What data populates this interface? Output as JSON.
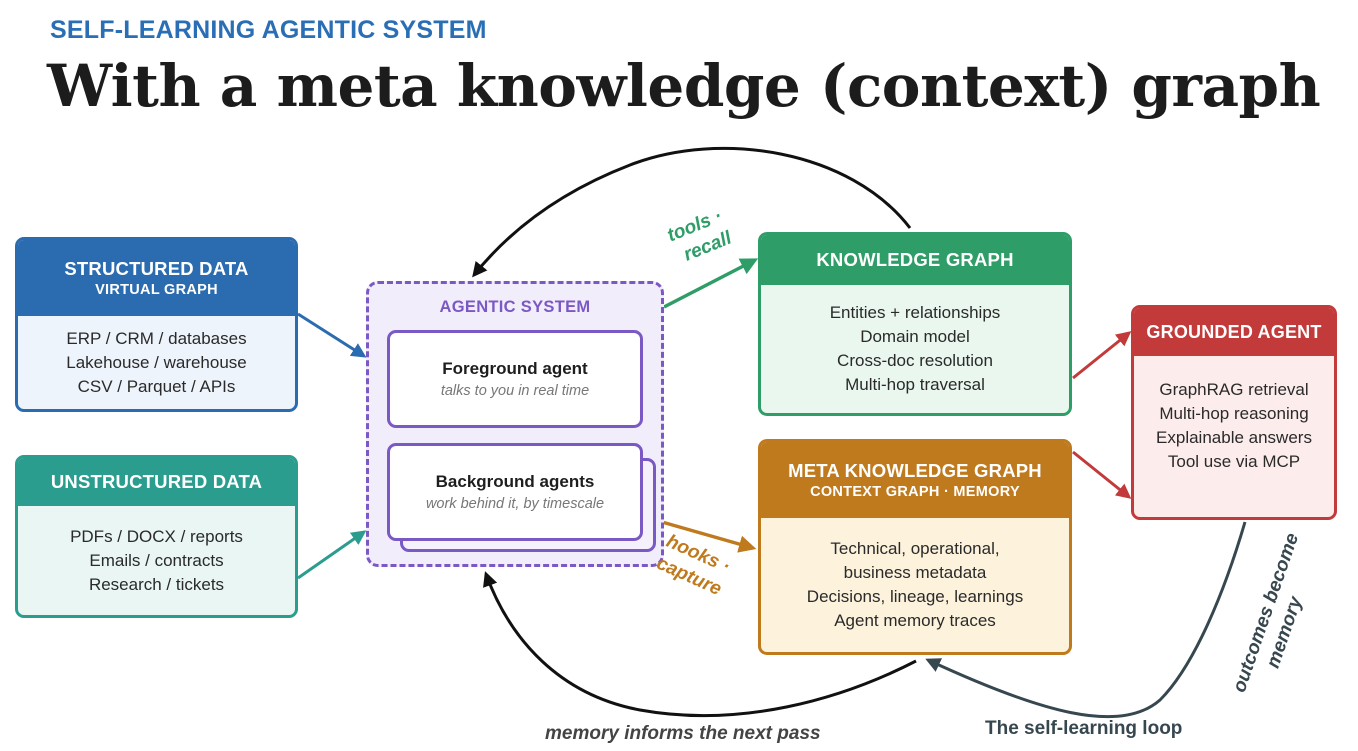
{
  "header": {
    "kicker": "SELF-LEARNING AGENTIC SYSTEM",
    "title": "With a meta knowledge (context) graph"
  },
  "structured": {
    "title": "STRUCTURED DATA",
    "subtitle": "VIRTUAL GRAPH",
    "items": [
      "ERP / CRM / databases",
      "Lakehouse / warehouse",
      "CSV / Parquet / APIs"
    ]
  },
  "unstructured": {
    "title": "UNSTRUCTURED DATA",
    "items": [
      "PDFs / DOCX / reports",
      "Emails / contracts",
      "Research / tickets"
    ]
  },
  "agentic": {
    "label": "AGENTIC SYSTEM",
    "foreground": {
      "name": "Foreground agent",
      "desc": "talks to you in real time"
    },
    "background": {
      "name": "Background agents",
      "desc": "work behind it, by timescale"
    }
  },
  "knowledge_graph": {
    "title": "KNOWLEDGE GRAPH",
    "items": [
      "Entities + relationships",
      "Domain model",
      "Cross-doc resolution",
      "Multi-hop traversal"
    ]
  },
  "meta_graph": {
    "title": "META KNOWLEDGE GRAPH",
    "subtitle": "CONTEXT GRAPH · MEMORY",
    "items": [
      "Technical, operational,",
      "business metadata",
      "Decisions, lineage, learnings",
      "Agent memory traces"
    ]
  },
  "grounded": {
    "title": "GROUNDED AGENT",
    "items": [
      "GraphRAG retrieval",
      "Multi-hop reasoning",
      "Explainable answers",
      "Tool use via MCP"
    ]
  },
  "labels": {
    "tools_1": "tools ·",
    "tools_2": "recall",
    "hooks_1": "hooks ·",
    "hooks_2": "capture",
    "memory_informs": "memory informs the next pass",
    "loop": "The self-learning loop",
    "outcomes_1": "outcomes become",
    "outcomes_2": "memory"
  },
  "colors": {
    "structured": "#2b6cb0",
    "unstructured": "#2a9d8f",
    "agentic": "#7b59c4",
    "knowledge_graph": "#2f9d67",
    "meta_graph": "#c07a1e",
    "grounded": "#c23a3a",
    "loop": "#37474f"
  }
}
